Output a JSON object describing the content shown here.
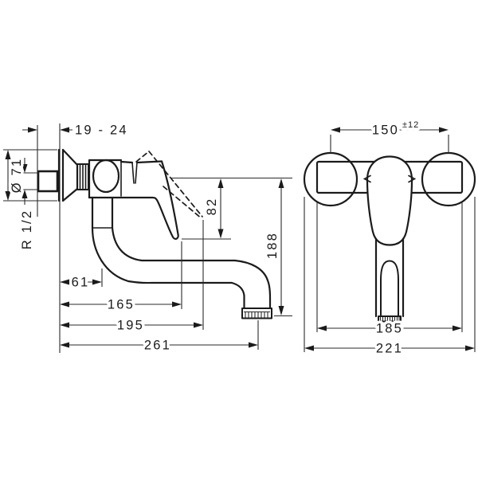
{
  "drawing": {
    "type": "technical-dimension-drawing",
    "subject": "wall-mounted single-lever kitchen mixer tap",
    "colors": {
      "line": "#1b1b1b",
      "background": "#ffffff"
    },
    "side_view": {
      "wall_clearance": "19 - 24",
      "rosette_diameter": "Ø 71",
      "connection_thread": "R 1/2",
      "lever_drop": "82",
      "overall_height": "188",
      "spout_pivot_offset": "61",
      "lever_reach": "165",
      "lever_open_reach": "195",
      "overall_reach": "261"
    },
    "front_view": {
      "connection_centers": "150",
      "connection_tolerance": "±12",
      "body_width": "185",
      "overall_width": "221"
    }
  }
}
